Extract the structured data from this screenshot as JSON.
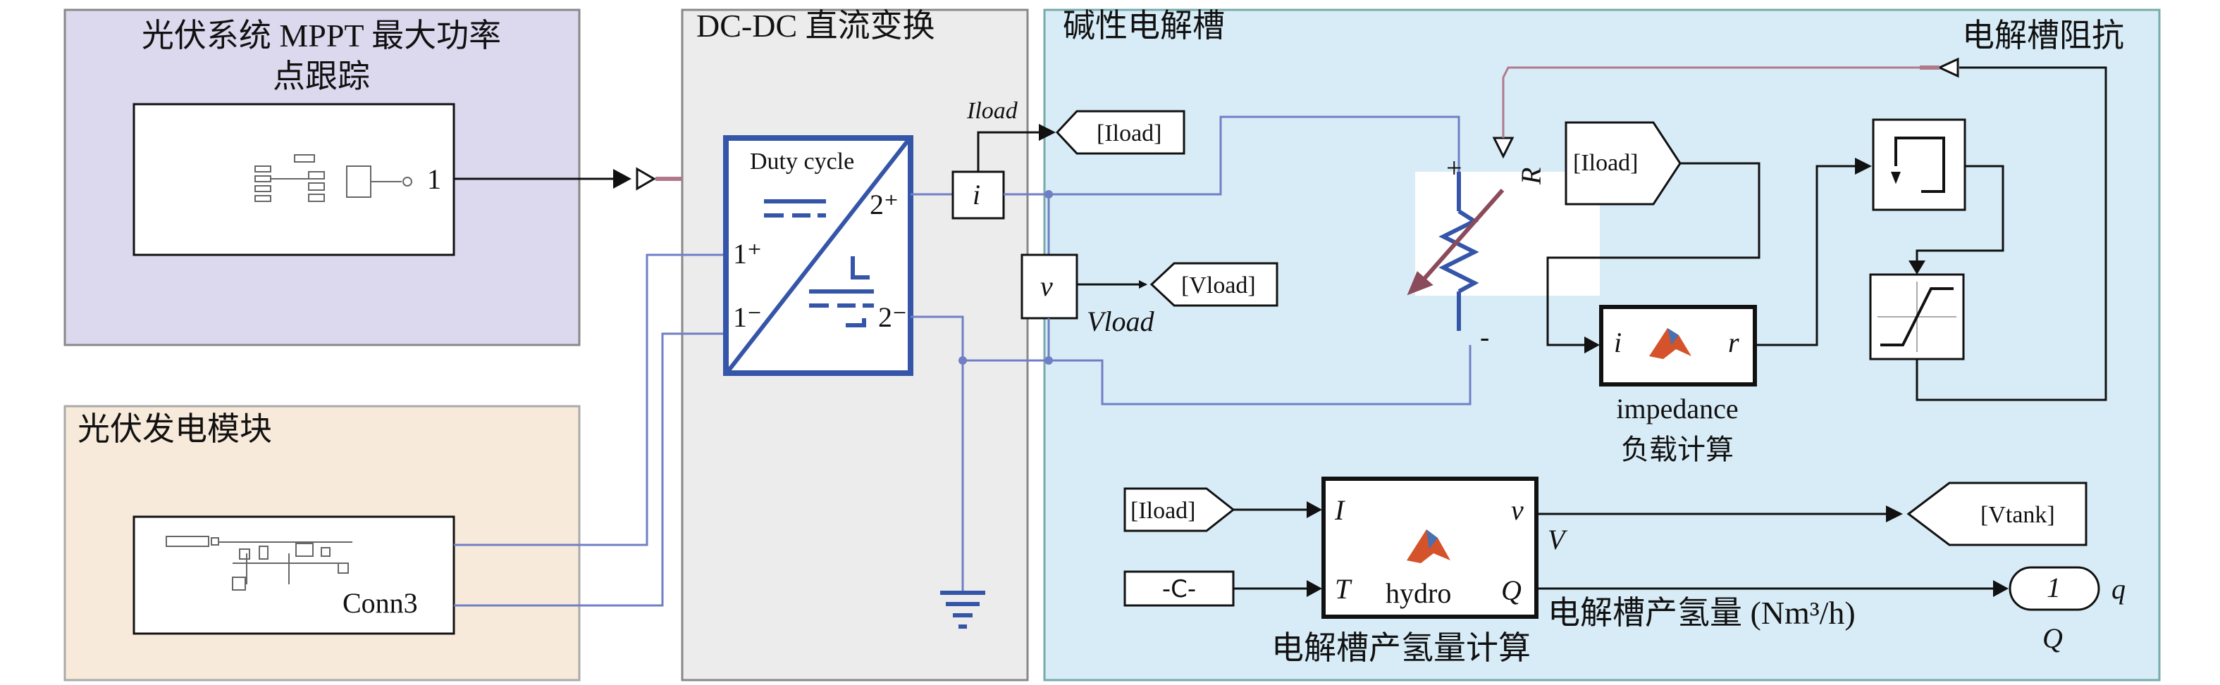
{
  "panels": {
    "mppt": {
      "title_line1": "光伏系统 MPPT 最大功率",
      "title_line2": "点跟踪",
      "out_port": "1"
    },
    "pv": {
      "title": "光伏发电模块",
      "conn_label": "Conn3"
    },
    "dcdc": {
      "title": "DC-DC 直流变换",
      "duty_label": "Duty cycle",
      "p1_plus": "1⁺",
      "p1_minus": "1⁻",
      "p2_plus": "2⁺",
      "p2_minus": "2⁻",
      "current_sensor": "i",
      "voltage_sensor": "v",
      "iload_label": "Iload",
      "vload_label": "Vload",
      "goto_iload": "[Iload]",
      "goto_vload": "[Vload]"
    },
    "electrolyzer": {
      "title": "碱性电解槽",
      "impedance_title": "电解槽阻抗",
      "from_iload": "[Iload]",
      "resistor_r": "R",
      "resistor_plus": "+",
      "resistor_minus": "-",
      "impedance_in": "i",
      "impedance_out": "r",
      "impedance_name": "impedance",
      "impedance_cn": "负载计算",
      "hydro_from": "[Iload]",
      "const_block": "-C-",
      "hydro_in_i": "I",
      "hydro_in_t": "T",
      "hydro_name": "hydro",
      "hydro_out_v": "v",
      "hydro_out_q": "Q",
      "v_label": "V",
      "goto_vtank": "[Vtank]",
      "hydrogen_label": "电解槽产氢量 (Nm³/h)",
      "outport_num": "1",
      "outport_name": "q",
      "q_label": "Q",
      "hydro_cn": "电解槽产氢量计算"
    }
  },
  "colors": {
    "mppt_bg": "#dcd8ee",
    "pv_bg": "#f8eadb",
    "dcdc_bg": "#ececec",
    "electro_bg": "#d8ecf7",
    "wire_light": "#6f7fc6",
    "converter_blue": "#3555a8",
    "resistor_brown": "#8b4b5a"
  }
}
